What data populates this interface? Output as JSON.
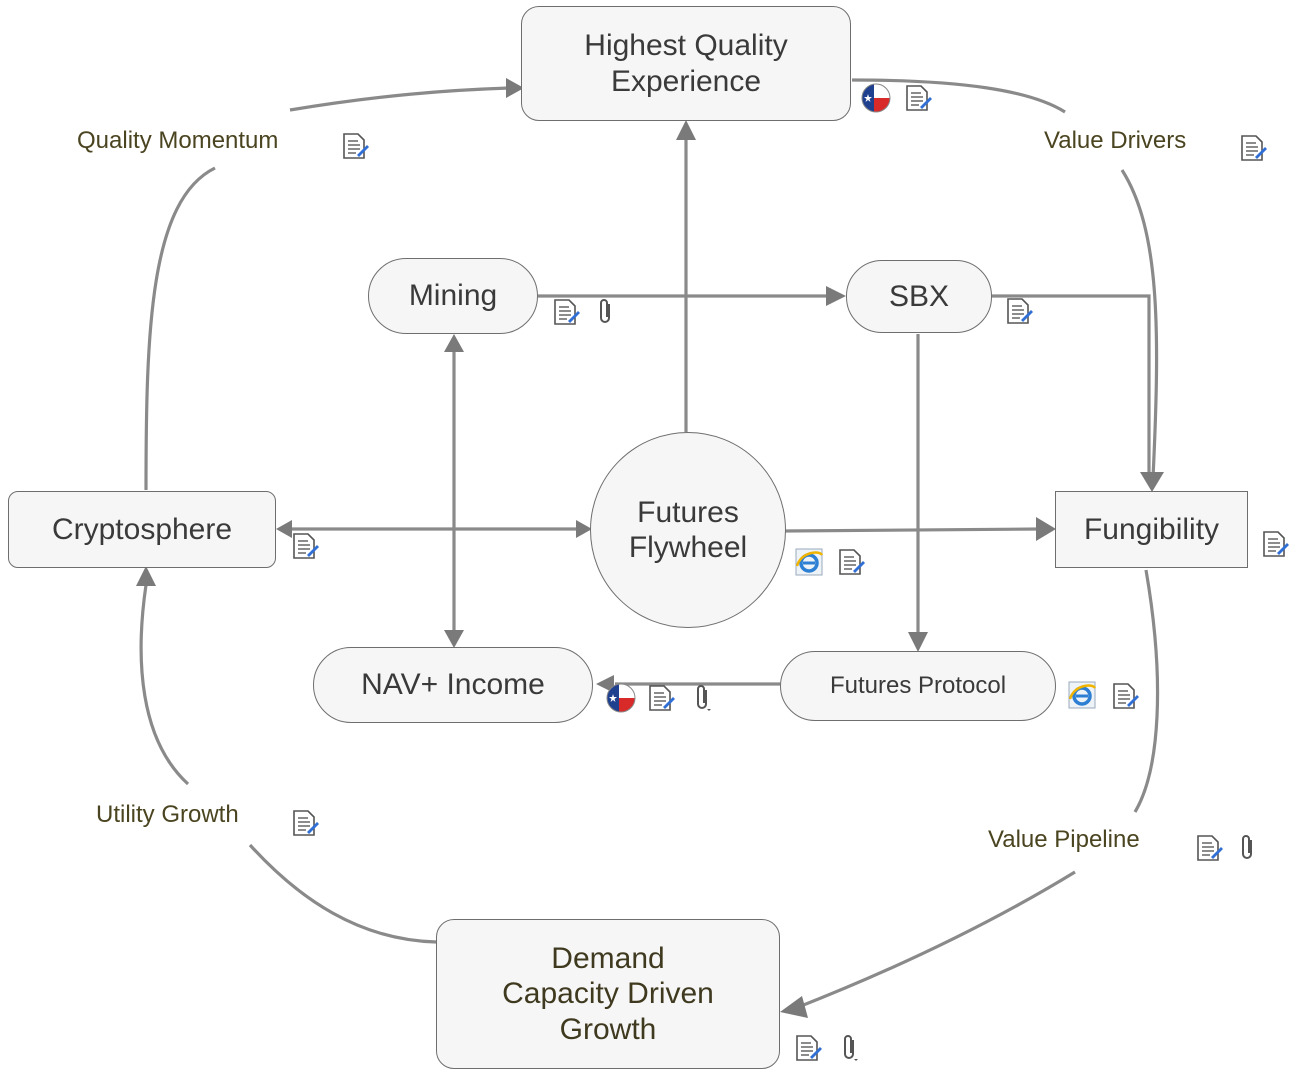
{
  "nodes": {
    "highest_quality": "Highest Quality\nExperience",
    "mining": "Mining",
    "sbx": "SBX",
    "cryptosphere": "Cryptosphere",
    "futures_flywheel": "Futures\nFlywheel",
    "fungibility": "Fungibility",
    "nav_income": "NAV+ Income",
    "futures_protocol": "Futures Protocol",
    "demand": "Demand\nCapacity Driven\nGrowth"
  },
  "link_labels": {
    "quality_momentum": "Quality Momentum",
    "value_drivers": "Value Drivers",
    "utility_growth": "Utility Growth",
    "value_pipeline": "Value Pipeline"
  },
  "icons": [
    "note-icon",
    "paperclip-icon",
    "texas-flag-icon",
    "internet-explorer-icon"
  ],
  "colors": {
    "line": "#8a8a8a",
    "node_fill": "#f6f6f6",
    "node_border": "#6e6e6e",
    "label_text": "#4a4420"
  }
}
